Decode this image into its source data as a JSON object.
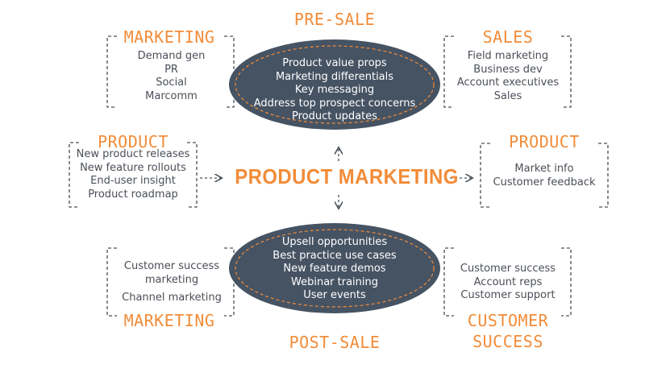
{
  "diagram": {
    "center_title": "PRODUCT MARKETING",
    "pre_sale": {
      "heading": "PRE-SALE",
      "items": [
        "Product value props",
        "Marketing differentials",
        "Key messaging",
        "Address top prospect concerns",
        "Product updates"
      ]
    },
    "post_sale": {
      "heading": "POST-SALE",
      "items": [
        "Upsell opportunities",
        "Best practice use cases",
        "New feature demos",
        "Webinar training",
        "User events"
      ]
    },
    "top_left": {
      "heading": "MARKETING",
      "items": [
        "Demand gen",
        "PR",
        "Social",
        "Marcomm"
      ]
    },
    "top_right": {
      "heading": "SALES",
      "items": [
        "Field marketing",
        "Business dev",
        "Account executives",
        "Sales"
      ]
    },
    "mid_left": {
      "heading": "PRODUCT",
      "items": [
        "New product releases",
        "New feature rollouts",
        "End-user insight",
        "Product roadmap"
      ]
    },
    "mid_right": {
      "heading": "PRODUCT",
      "items": [
        "Market info",
        "Customer feedback"
      ]
    },
    "bottom_left": {
      "heading": "MARKETING",
      "items": [
        "Customer success",
        "marketing",
        "Channel marketing"
      ]
    },
    "bottom_right": {
      "heading_line1": "CUSTOMER",
      "heading_line2": "SUCCESS",
      "items": [
        "Customer success",
        "Account reps",
        "Customer support"
      ]
    },
    "colors": {
      "accent": "#f28c38",
      "ellipse_fill": "#465363",
      "text": "#4a4f57",
      "bracket": "#4a4f57"
    }
  }
}
